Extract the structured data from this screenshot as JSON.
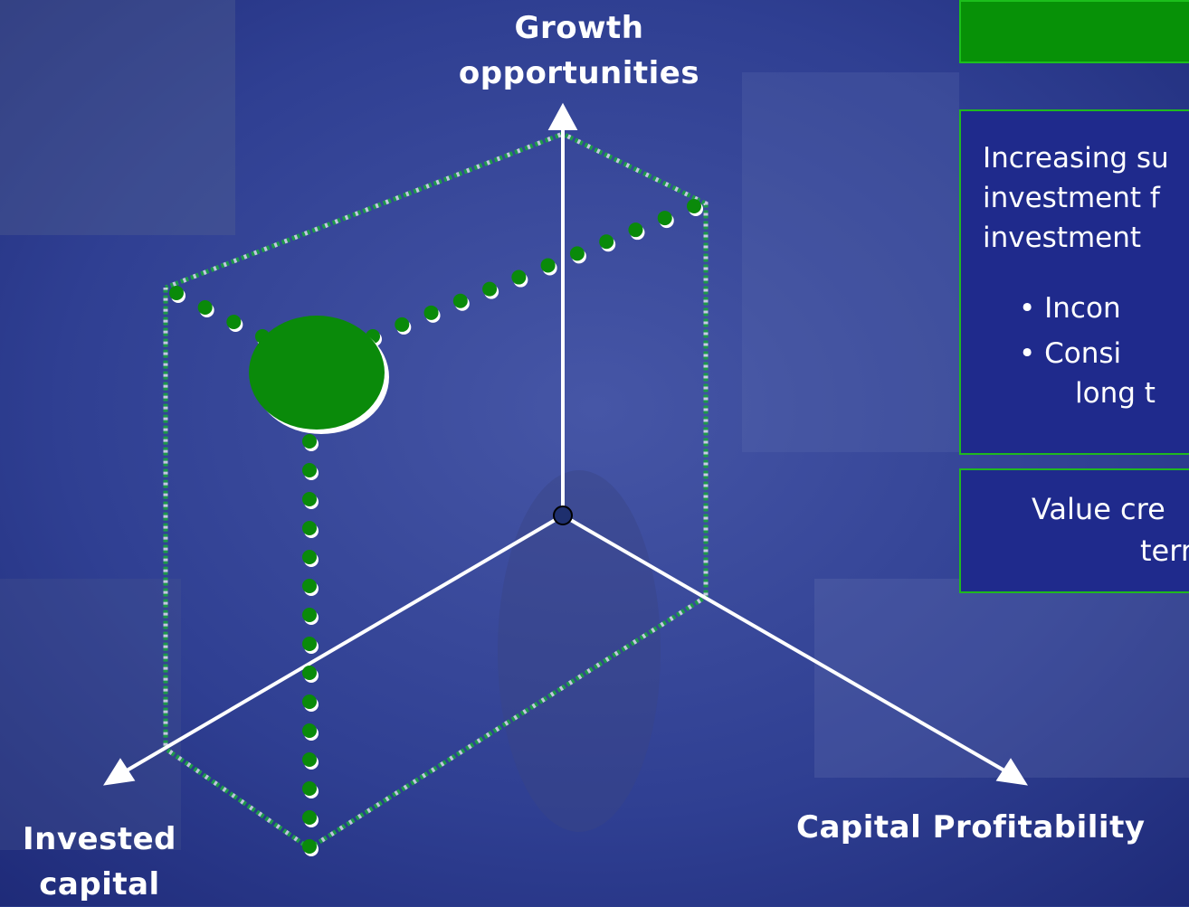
{
  "axes": {
    "growth": "Growth opportunities",
    "invested": "Invested capital",
    "profitability": "Capital Profitability"
  },
  "panel": {
    "title": "",
    "description_line1": "Increasing su",
    "description_line2": "investment f",
    "description_line3": "investment",
    "bullet1": "Incon",
    "bullet2_line1": "Consi",
    "bullet2_line2": "long t",
    "value_line1": "Value cre",
    "value_line2": "terr"
  },
  "colors": {
    "background": "#2a3a8a",
    "panel_fill": "#1f2a8c",
    "accent_green": "#079107",
    "marker_green": "#0a8a0a"
  },
  "icons": [
    "arrow-up-icon",
    "arrow-down-left-icon",
    "arrow-down-right-icon",
    "origin-dot-icon"
  ]
}
